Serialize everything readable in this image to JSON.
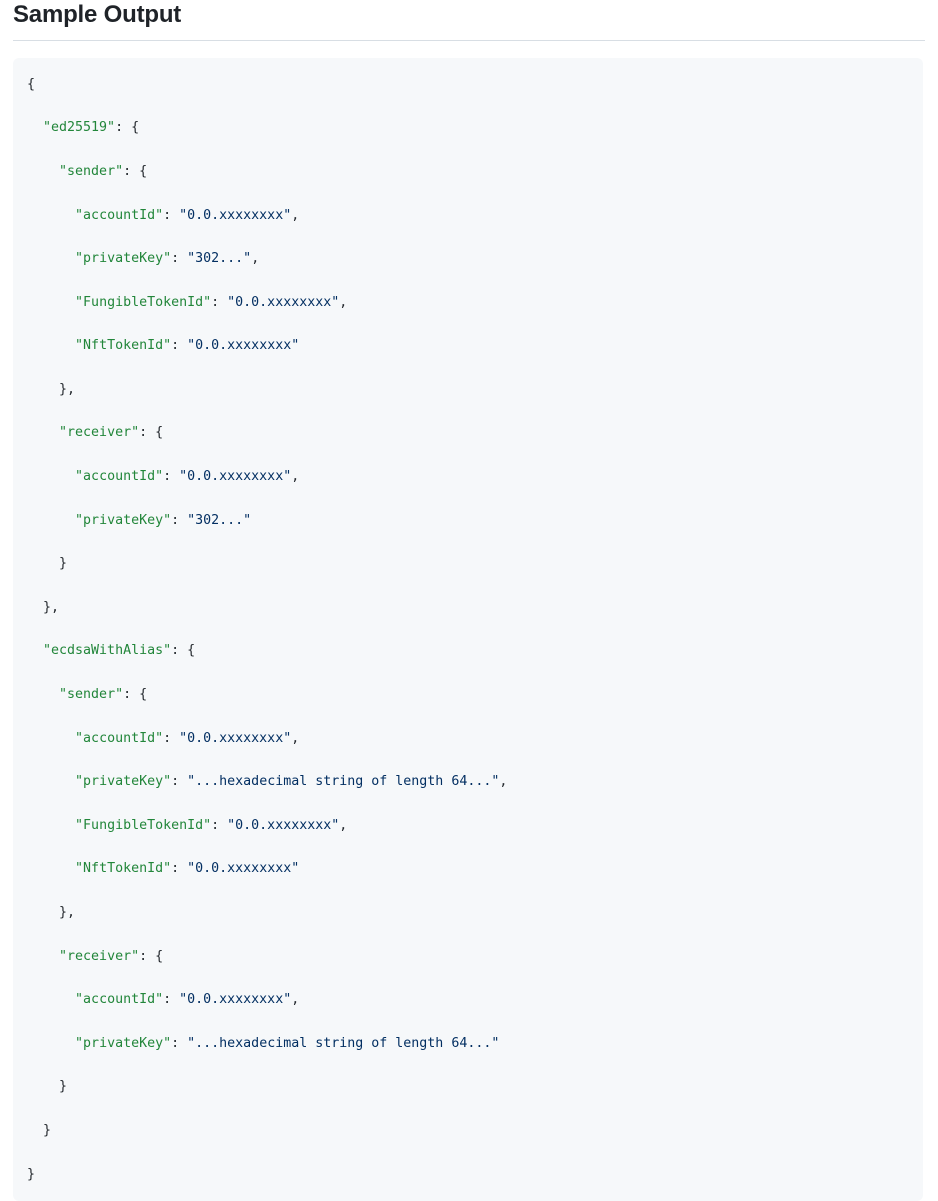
{
  "heading": {
    "title": "Sample Output"
  },
  "code_block": {
    "language": "json",
    "colors": {
      "background": "#f6f8fa",
      "key": "#22863a",
      "string": "#032f62",
      "punctuation": "#24292e",
      "heading_rule": "#d8dee4"
    },
    "lines": [
      {
        "indent": 0,
        "parts": [
          {
            "t": "punc",
            "v": "{"
          }
        ]
      },
      {
        "indent": 1,
        "parts": [
          {
            "t": "key",
            "v": "\"ed25519\""
          },
          {
            "t": "punc",
            "v": ": {"
          }
        ]
      },
      {
        "indent": 2,
        "parts": [
          {
            "t": "key",
            "v": "\"sender\""
          },
          {
            "t": "punc",
            "v": ": {"
          }
        ]
      },
      {
        "indent": 3,
        "parts": [
          {
            "t": "key",
            "v": "\"accountId\""
          },
          {
            "t": "punc",
            "v": ": "
          },
          {
            "t": "str",
            "v": "\"0.0.xxxxxxxx\""
          },
          {
            "t": "punc",
            "v": ","
          }
        ]
      },
      {
        "indent": 3,
        "parts": [
          {
            "t": "key",
            "v": "\"privateKey\""
          },
          {
            "t": "punc",
            "v": ": "
          },
          {
            "t": "str",
            "v": "\"302...\""
          },
          {
            "t": "punc",
            "v": ","
          }
        ]
      },
      {
        "indent": 3,
        "parts": [
          {
            "t": "key",
            "v": "\"FungibleTokenId\""
          },
          {
            "t": "punc",
            "v": ": "
          },
          {
            "t": "str",
            "v": "\"0.0.xxxxxxxx\""
          },
          {
            "t": "punc",
            "v": ","
          }
        ]
      },
      {
        "indent": 3,
        "parts": [
          {
            "t": "key",
            "v": "\"NftTokenId\""
          },
          {
            "t": "punc",
            "v": ": "
          },
          {
            "t": "str",
            "v": "\"0.0.xxxxxxxx\""
          }
        ]
      },
      {
        "indent": 2,
        "parts": [
          {
            "t": "punc",
            "v": "},"
          }
        ]
      },
      {
        "indent": 2,
        "parts": [
          {
            "t": "key",
            "v": "\"receiver\""
          },
          {
            "t": "punc",
            "v": ": {"
          }
        ]
      },
      {
        "indent": 3,
        "parts": [
          {
            "t": "key",
            "v": "\"accountId\""
          },
          {
            "t": "punc",
            "v": ": "
          },
          {
            "t": "str",
            "v": "\"0.0.xxxxxxxx\""
          },
          {
            "t": "punc",
            "v": ","
          }
        ]
      },
      {
        "indent": 3,
        "parts": [
          {
            "t": "key",
            "v": "\"privateKey\""
          },
          {
            "t": "punc",
            "v": ": "
          },
          {
            "t": "str",
            "v": "\"302...\""
          }
        ]
      },
      {
        "indent": 2,
        "parts": [
          {
            "t": "punc",
            "v": "}"
          }
        ]
      },
      {
        "indent": 1,
        "parts": [
          {
            "t": "punc",
            "v": "},"
          }
        ]
      },
      {
        "indent": 1,
        "parts": [
          {
            "t": "key",
            "v": "\"ecdsaWithAlias\""
          },
          {
            "t": "punc",
            "v": ": {"
          }
        ]
      },
      {
        "indent": 2,
        "parts": [
          {
            "t": "key",
            "v": "\"sender\""
          },
          {
            "t": "punc",
            "v": ": {"
          }
        ]
      },
      {
        "indent": 3,
        "parts": [
          {
            "t": "key",
            "v": "\"accountId\""
          },
          {
            "t": "punc",
            "v": ": "
          },
          {
            "t": "str",
            "v": "\"0.0.xxxxxxxx\""
          },
          {
            "t": "punc",
            "v": ","
          }
        ]
      },
      {
        "indent": 3,
        "parts": [
          {
            "t": "key",
            "v": "\"privateKey\""
          },
          {
            "t": "punc",
            "v": ": "
          },
          {
            "t": "str",
            "v": "\"...hexadecimal string of length 64...\""
          },
          {
            "t": "punc",
            "v": ","
          }
        ]
      },
      {
        "indent": 3,
        "parts": [
          {
            "t": "key",
            "v": "\"FungibleTokenId\""
          },
          {
            "t": "punc",
            "v": ": "
          },
          {
            "t": "str",
            "v": "\"0.0.xxxxxxxx\""
          },
          {
            "t": "punc",
            "v": ","
          }
        ]
      },
      {
        "indent": 3,
        "parts": [
          {
            "t": "key",
            "v": "\"NftTokenId\""
          },
          {
            "t": "punc",
            "v": ": "
          },
          {
            "t": "str",
            "v": "\"0.0.xxxxxxxx\""
          }
        ]
      },
      {
        "indent": 2,
        "parts": [
          {
            "t": "punc",
            "v": "},"
          }
        ]
      },
      {
        "indent": 2,
        "parts": [
          {
            "t": "key",
            "v": "\"receiver\""
          },
          {
            "t": "punc",
            "v": ": {"
          }
        ]
      },
      {
        "indent": 3,
        "parts": [
          {
            "t": "key",
            "v": "\"accountId\""
          },
          {
            "t": "punc",
            "v": ": "
          },
          {
            "t": "str",
            "v": "\"0.0.xxxxxxxx\""
          },
          {
            "t": "punc",
            "v": ","
          }
        ]
      },
      {
        "indent": 3,
        "parts": [
          {
            "t": "key",
            "v": "\"privateKey\""
          },
          {
            "t": "punc",
            "v": ": "
          },
          {
            "t": "str",
            "v": "\"...hexadecimal string of length 64...\""
          }
        ]
      },
      {
        "indent": 2,
        "parts": [
          {
            "t": "punc",
            "v": "}"
          }
        ]
      },
      {
        "indent": 1,
        "parts": [
          {
            "t": "punc",
            "v": "}"
          }
        ]
      },
      {
        "indent": 0,
        "parts": [
          {
            "t": "punc",
            "v": "}"
          }
        ]
      }
    ]
  }
}
